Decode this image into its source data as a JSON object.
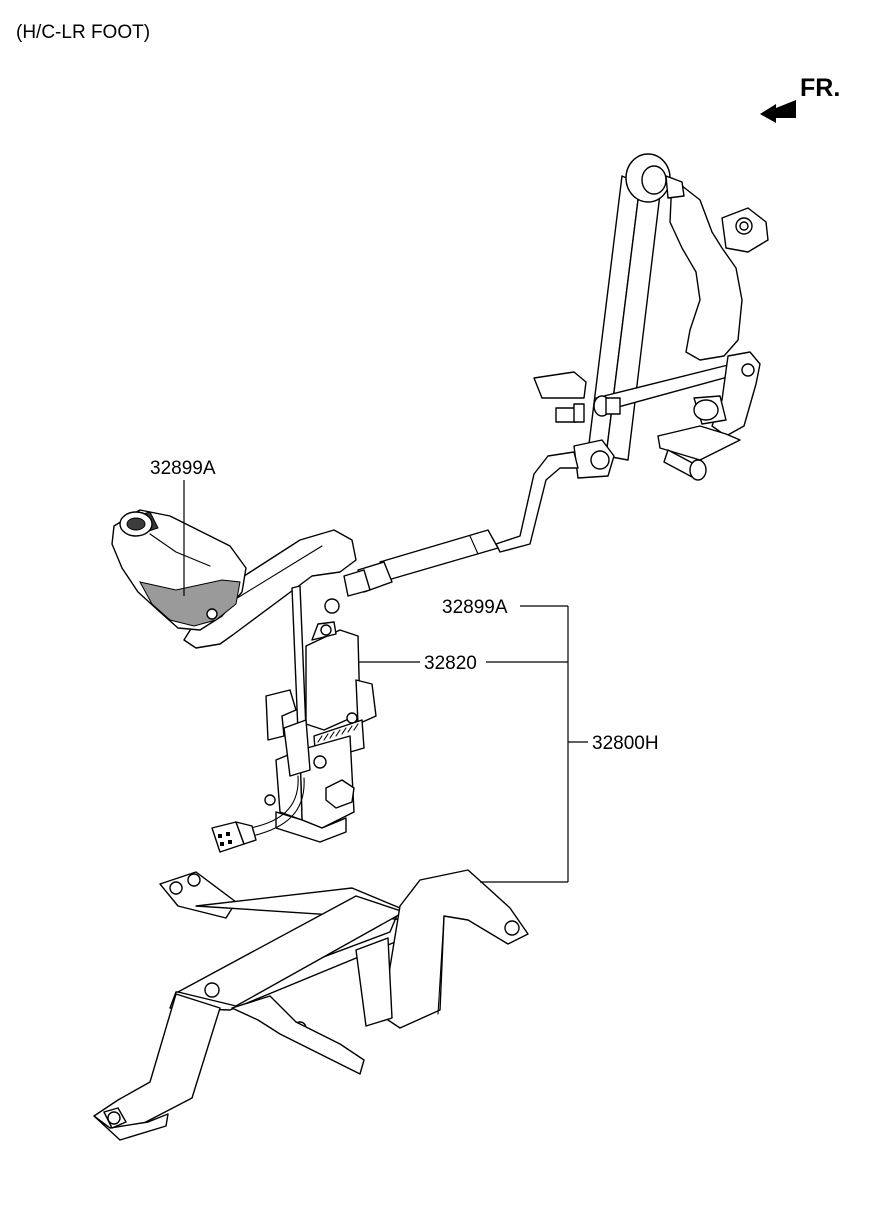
{
  "header": {
    "title": "(H/C-LR FOOT)"
  },
  "orientation": {
    "front_label": "FR.",
    "arrow_icon": "front-direction-arrow-icon"
  },
  "callouts": {
    "grip_top": "32899A",
    "grip_bracket": "32899A",
    "pedal_unit": "32820",
    "assembly": "32800H"
  }
}
